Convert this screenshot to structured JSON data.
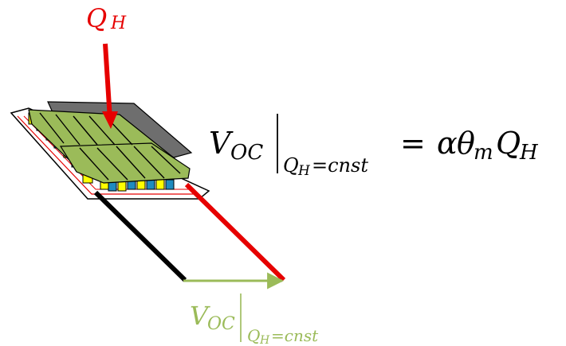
{
  "heat_label": {
    "symbol": "Q",
    "subscript": "H"
  },
  "equation": {
    "lhs_symbol": "V",
    "lhs_subscript": "OC",
    "eval_subscript": "Q_H=cnst",
    "eval_sub_q": "Q",
    "eval_sub_h": "H",
    "eval_sub_rest": "=cnst",
    "equals": "=",
    "alpha": "α",
    "theta": "θ",
    "theta_sub": "m",
    "q": "Q",
    "q_sub": "H"
  },
  "voltage_label": {
    "symbol": "V",
    "subscript": "OC",
    "eval_sub_q": "Q",
    "eval_sub_h": "H",
    "eval_sub_rest": "=cnst"
  },
  "colors": {
    "heat_arrow": "#e60000",
    "voltage": "#9bbb59",
    "plate_green": "#9bbb59",
    "plate_gray": "#6e6e6e",
    "pellet_yellow": "#ffff00",
    "pellet_cyan": "#1f8bbf",
    "wire_black": "#000000",
    "wire_red": "#e60000"
  },
  "icons": [
    "thermoelectric-module-icon",
    "heat-flow-arrow-icon",
    "voltage-arrow-icon"
  ]
}
